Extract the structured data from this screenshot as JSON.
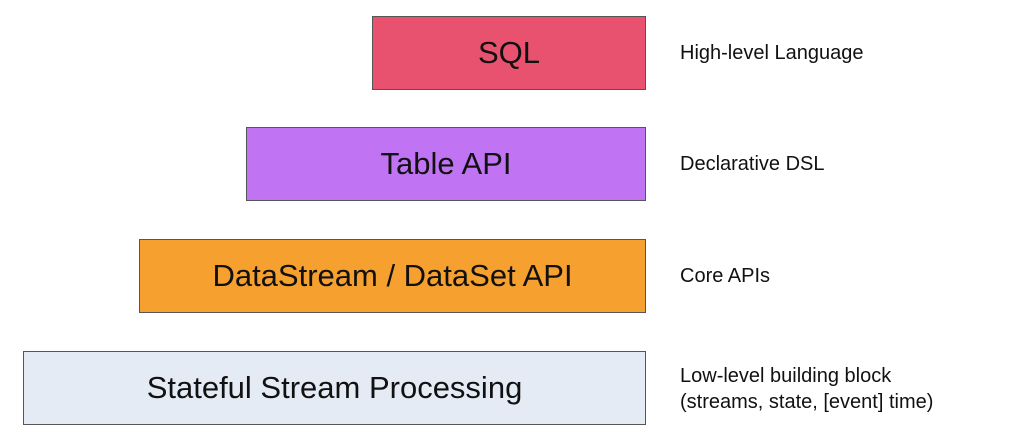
{
  "layers": [
    {
      "label": "SQL",
      "description": [
        "High-level Language"
      ],
      "color": "#e9526e"
    },
    {
      "label": "Table API",
      "description": [
        "Declarative DSL"
      ],
      "color": "#c073f2"
    },
    {
      "label": "DataStream / DataSet API",
      "description": [
        "Core APIs"
      ],
      "color": "#f6a030"
    },
    {
      "label": "Stateful Stream Processing",
      "description": [
        "Low-level building block",
        "(streams, state, [event] time)"
      ],
      "color": "#e5ebf5"
    }
  ]
}
